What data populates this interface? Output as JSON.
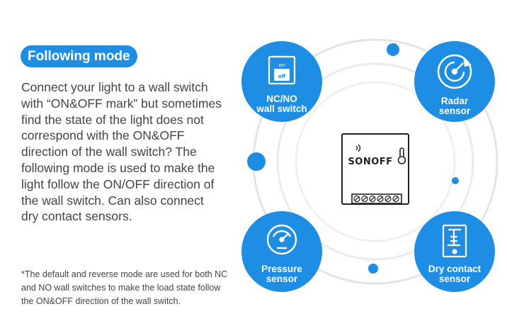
{
  "badge": {
    "label": "Following mode"
  },
  "description": "Connect your light to a wall switch with “ON&OFF mark” but sometimes find the state of the light does not correspond with the ON&OFF direction of the wall switch? The following mode is used to make the light follow the ON/OFF direction of the wall switch. Can also connect dry contact sensors.",
  "footnote": "*The default and reverse mode are used for both NC and NO wall switches to make the load state follow the ON&OFF direction of the wall switch.",
  "device": {
    "brand": "SONOFF"
  },
  "switch_icon": {
    "on_label": "on",
    "off_label": "off"
  },
  "nodes": [
    {
      "line1": "NC/NO",
      "line2": "wall switch",
      "icon": "wall-switch-icon"
    },
    {
      "line1": "Radar",
      "line2": "sensor",
      "icon": "radar-icon"
    },
    {
      "line1": "Pressure",
      "line2": "sensor",
      "icon": "pressure-gauge-icon"
    },
    {
      "line1": "Dry contact",
      "line2": "sensor",
      "icon": "dry-contact-icon"
    }
  ],
  "colors": {
    "accent": "#1e8ee4",
    "ring": "#e4e4e4",
    "text": "#444444"
  }
}
